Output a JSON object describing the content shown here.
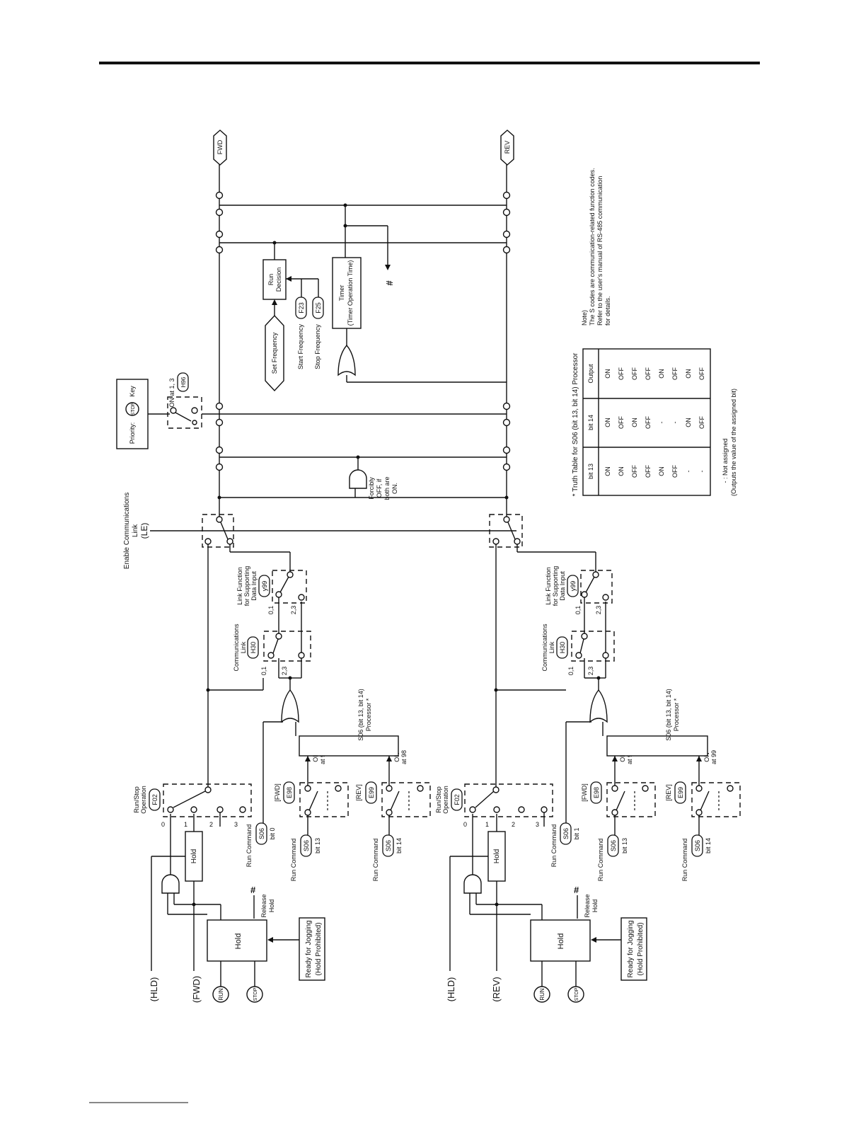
{
  "labels": {
    "hld": "(HLD)",
    "fwd_in": "(FWD)",
    "rev_in": "(REV)",
    "run_key": "RUN",
    "stop_key": "STOP",
    "hold": "Hold",
    "release": "Release",
    "release_hold": "Hold",
    "hash": "#",
    "jog_line1": "Ready for Jogging",
    "jog_line2": "(Hold Prohibited)",
    "run_stop_line1": "Run/Stop",
    "run_stop_line2": "Operation",
    "f02": "F02",
    "run_command": "Run Command",
    "s06": "S06",
    "bit0": "bit 0",
    "bit1": "bit 1",
    "bit13": "bit 13",
    "bit14": "bit 14",
    "fwd_bracket": "[FWD]",
    "rev_bracket": "[REV]",
    "e98": "E98",
    "e99": "E99",
    "on": "ON",
    "at98": "at 98",
    "at99": "at 99",
    "processor_line1": "S06 (bit 13, bit 14)",
    "processor_line2": "Processor *",
    "comm_link_line1": "Communications",
    "comm_link_line2": "Link",
    "h30": "H30",
    "link_fn_line1": "Link Function",
    "link_fn_line2": "for Supporting",
    "link_fn_line3": "Data Input",
    "y99": "y99",
    "sel01": "0,1",
    "sel23": "2,3",
    "enable_line1": "Enable Communications",
    "enable_line2": "Link",
    "enable_line3": "(LE)",
    "forcibly_line1": "Forcibly",
    "forcibly_line2": "OFF, if",
    "forcibly_line3": "both are",
    "forcibly_line4": "ON.",
    "priority_prefix": "Priority:",
    "stop_word": "STOP",
    "key_word": "Key",
    "on_at_13": "ON at 1, 3",
    "h96": "H96",
    "set_frequency": "Set Frequency",
    "start_frequency": "Start Frequency",
    "stop_frequency": "Stop Frequency",
    "f23": "F23",
    "f25": "F25",
    "run_decision_line1": "Run",
    "run_decision_line2": "Decision",
    "timer_line1": "Timer",
    "timer_line2": "(Timer Operation Time)",
    "fwd_out": "FWD",
    "rev_out": "REV",
    "n0": "0",
    "n1": "1",
    "n2": "2",
    "n3": "3"
  },
  "truth_table": {
    "title": "* Truth Table for S06 (bit 13, bit 14) Processor",
    "headers": [
      "bit 13",
      "bit 14",
      "Output"
    ],
    "rows": [
      [
        "ON",
        "ON",
        "ON"
      ],
      [
        "ON",
        "OFF",
        "OFF"
      ],
      [
        "OFF",
        "ON",
        "OFF"
      ],
      [
        "OFF",
        "OFF",
        "OFF"
      ],
      [
        "ON",
        "-",
        "ON"
      ],
      [
        "OFF",
        "-",
        "OFF"
      ],
      [
        "-",
        "ON",
        "ON"
      ],
      [
        "-",
        "OFF",
        "OFF"
      ]
    ],
    "footnote_line1": "- : Not assigned",
    "footnote_line2": "(Outputs the value of the assigned bit)"
  },
  "note": {
    "line1": "Note)",
    "line2": "The S codes are communication-related function codes.",
    "line3": "Refer to the user's manual of RS-485 communication",
    "line4": "for details."
  }
}
